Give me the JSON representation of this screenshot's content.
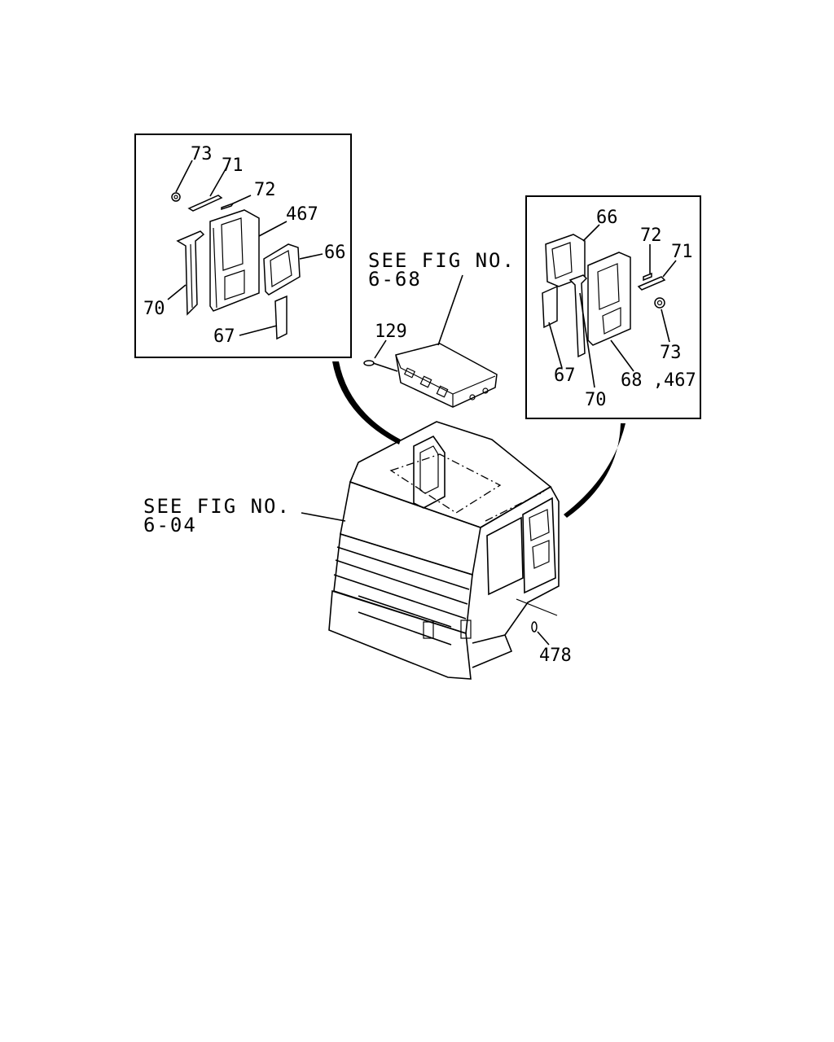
{
  "left_inset": {
    "labels": {
      "p73": "73",
      "p71": "71",
      "p72": "72",
      "p467": "467",
      "p66": "66",
      "p70": "70",
      "p67": "67"
    }
  },
  "right_inset": {
    "labels": {
      "p66": "66",
      "p72": "72",
      "p71": "71",
      "p73": "73",
      "p67": "67",
      "p70": "70",
      "p68_467": "68 ,467"
    }
  },
  "roof_ref": {
    "line1": "SEE FIG NO.",
    "line2": "6-68",
    "part129": "129"
  },
  "cab_ref": {
    "line1": "SEE FIG NO.",
    "line2": "6-04",
    "part478": "478"
  }
}
